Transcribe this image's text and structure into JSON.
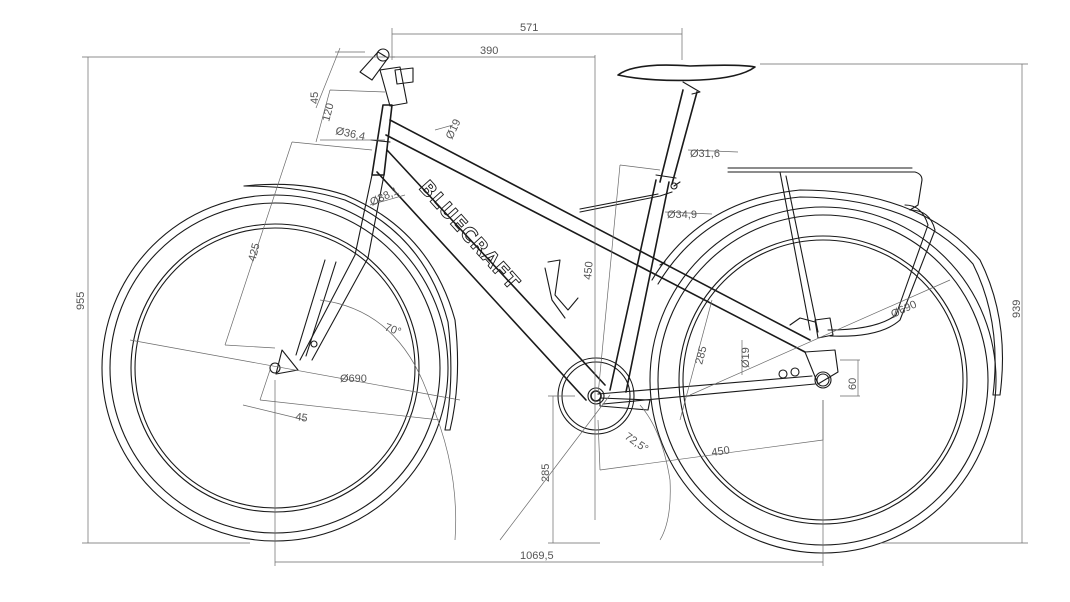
{
  "brand": "BLUECRAFT",
  "dimensions": {
    "top_length": "571",
    "reach": "390",
    "headset": "45",
    "stem": "120",
    "head_tube_dia": "Ø36,4",
    "top_tube_dia": "Ø19",
    "down_tube_dia": "Ø38,1",
    "fork_length": "425",
    "head_angle": "70°",
    "front_wheel_dia": "Ø690",
    "fork_offset": "45",
    "overall_height": "955",
    "seatpost_dia": "Ø31,6",
    "seat_tube_dia": "Ø34,9",
    "seat_tube_length": "450",
    "chainstay_height": "285",
    "seatstay_dia": "Ø19",
    "seat_angle": "72,5°",
    "chainstay_length": "450",
    "rear_wheel_dia": "Ø690",
    "dropout": "60",
    "saddle_height": "939",
    "bb_height": "285",
    "wheelbase": "1069,5"
  }
}
